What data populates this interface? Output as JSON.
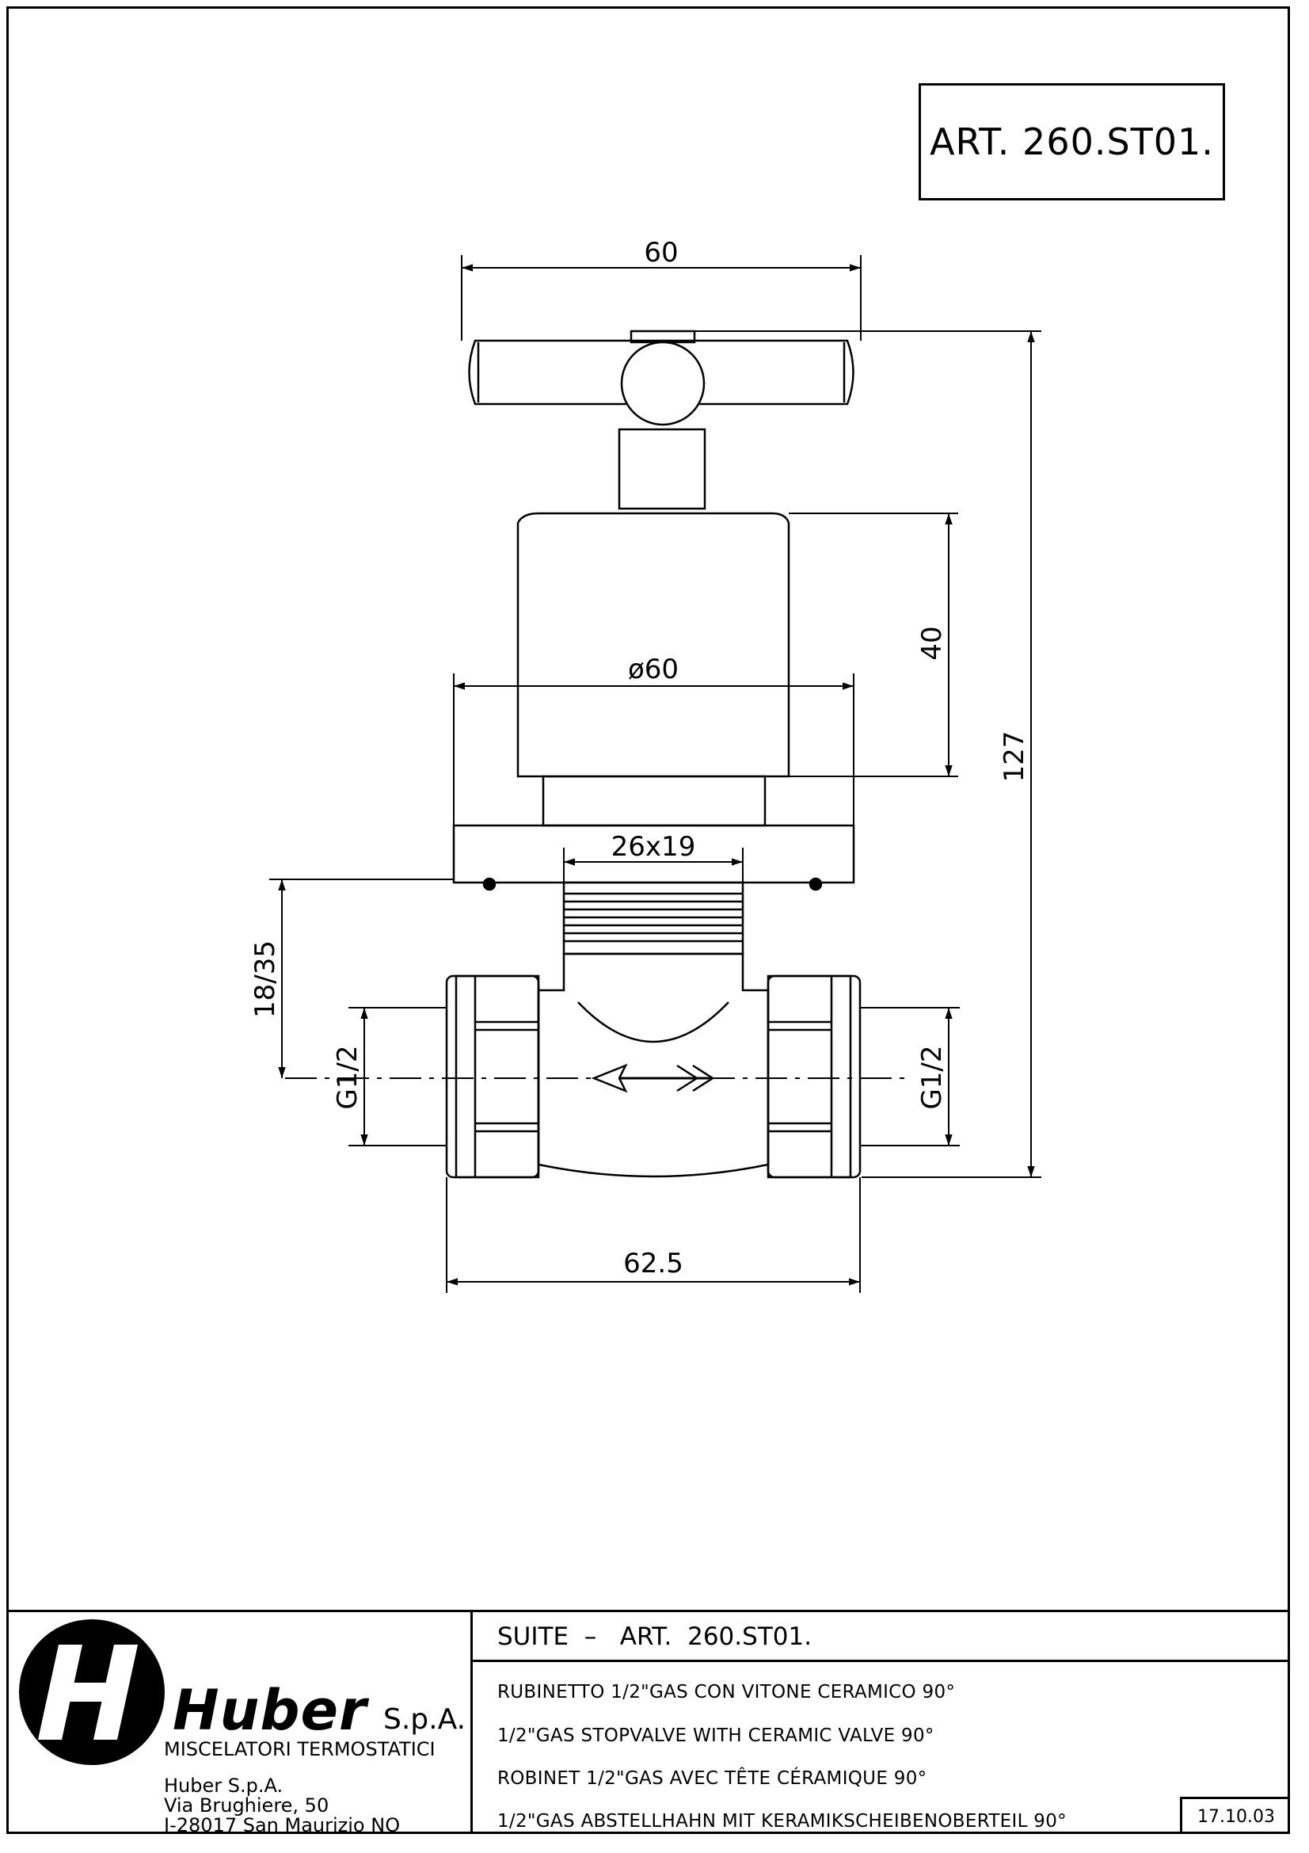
{
  "header": {
    "art_label": "ART.  260.ST01."
  },
  "dimensions": {
    "handle_width": "60",
    "overall_height": "127",
    "body_height": "40",
    "flange_diameter": "ø60",
    "thread": "26x19",
    "depth_range": "18/35",
    "left_thread": "G1/2",
    "right_thread": "G1/2",
    "length": "62.5"
  },
  "title_block": {
    "suite": "SUITE  –   ART.  260.ST01.",
    "descriptions": [
      "RUBINETTO 1/2\"GAS CON VITONE CERAMICO 90°",
      "1/2\"GAS STOPVALVE WITH CERAMIC VALVE 90°",
      "ROBINET 1/2\"GAS AVEC TÊTE CÉRAMIQUE 90°",
      "1/2\"GAS ABSTELLHAHN MIT KERAMIKSCHEIBENOBERTEIL 90°"
    ],
    "date": "17.10.03"
  },
  "company": {
    "logo_letter": "H",
    "brand": "Huber",
    "brand_suffix": "S.p.A.",
    "tagline": "MISCELATORI TERMOSTATICI",
    "address": [
      "Huber S.p.A.",
      "Via Brughiere, 50",
      "I-28017 San Maurizio NO"
    ]
  }
}
